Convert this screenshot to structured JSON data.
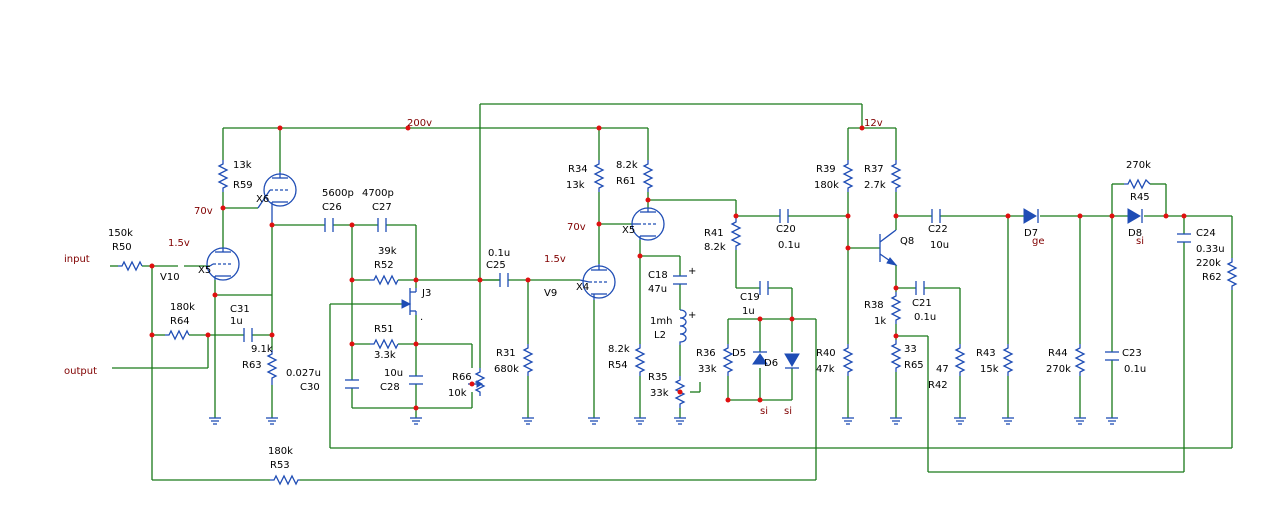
{
  "labels": {
    "input": "input",
    "output": "output",
    "v200": "200v",
    "v12": "12v",
    "v70a": "70v",
    "v70b": "70v",
    "v15a": "1.5v",
    "v15b": "1.5v",
    "R50v": "150k",
    "R50": "R50",
    "V10": "V10",
    "X5a": "X5",
    "X6": "X6",
    "R59v": "13k",
    "R59": "R59",
    "C26v": "5600p",
    "C26": "C26",
    "C27v": "4700p",
    "C27": "C27",
    "R52v": "39k",
    "R52": "R52",
    "J3": "J3",
    "R51": "R51",
    "R51v": "3.3k",
    "C28v": "10u",
    "C28": "C28",
    "R66": "R66",
    "R66v": "10k",
    "C31": "C31",
    "C31v": "1u",
    "R64v": "180k",
    "R64": "R64",
    "R63v": "9.1k",
    "R63": "R63",
    "C30v": "0.027u",
    "C30": "C30",
    "R53v": "180k",
    "R53": "R53",
    "C25v": "0.1u",
    "C25": "C25",
    "V9": "V9",
    "R31": "R31",
    "R31v": "680k",
    "X4": "X4",
    "R34": "R34",
    "R34v": "13k",
    "R61v": "8.2k",
    "R61": "R61",
    "X5b": "X5",
    "R54v": "8.2k",
    "R54": "R54",
    "C18": "C18",
    "C18v": "47u",
    "L2v": "1mh",
    "L2": "L2",
    "R35": "R35",
    "R35v": "33k",
    "R41": "R41",
    "R41v": "8.2k",
    "C20": "C20",
    "C20v": "0.1u",
    "C19": "C19",
    "C19v": "1u",
    "R36": "R36",
    "R36v": "33k",
    "D5": "D5",
    "D6": "D6",
    "si1": "si",
    "si2": "si",
    "R39": "R39",
    "R39v": "180k",
    "R37": "R37",
    "R37v": "2.7k",
    "Q8": "Q8",
    "R40": "R40",
    "R40v": "47k",
    "R38": "R38",
    "R38v": "1k",
    "R65v": "33",
    "R65": "R65",
    "C21": "C21",
    "C21v": "0.1u",
    "R42v": "47",
    "R42": "R42",
    "C22": "C22",
    "C22v": "10u",
    "R43": "R43",
    "R43v": "15k",
    "D7": "D7",
    "ge": "ge",
    "R44": "R44",
    "R44v": "270k",
    "C23": "C23",
    "C23v": "0.1u",
    "R45v": "270k",
    "R45": "R45",
    "D8": "D8",
    "si3": "si",
    "C24": "C24",
    "C24v": "0.33u",
    "R62v": "220k",
    "R62": "R62"
  }
}
